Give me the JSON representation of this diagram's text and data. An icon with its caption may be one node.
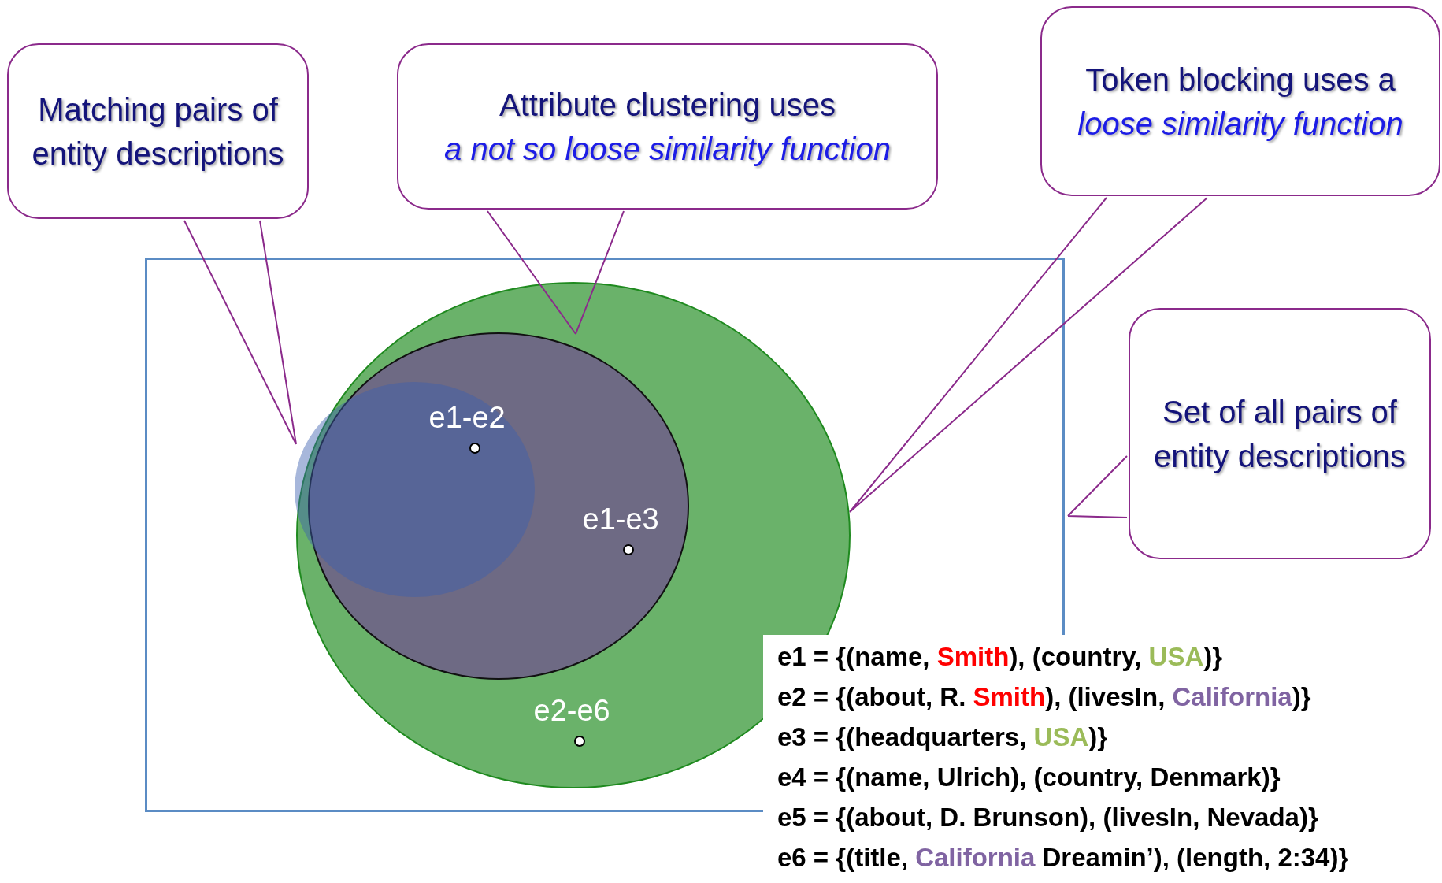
{
  "diagram": {
    "nodes": [
      {
        "text": [
          "Matching pairs of entity descriptions"
        ]
      },
      {
        "text": [
          "Attribute clustering uses",
          "a not so loose similarity function"
        ]
      },
      {
        "text": [
          "Token blocking uses a",
          "loose similarity function"
        ]
      },
      {
        "text": [
          "Set of all pairs of entity descriptions"
        ]
      },
      {
        "text": [],
        "shape": "box"
      },
      {
        "text": [],
        "shape": "ellipse",
        "in": 4
      },
      {
        "text": [],
        "shape": "ellipse",
        "in": 5
      },
      {
        "text": [],
        "shape": "ellipse",
        "in": 6
      },
      {
        "text": [
          "e1-e2"
        ],
        "in": 7
      },
      {
        "text": [
          "e1-e3"
        ],
        "in": 6
      },
      {
        "text": [
          "e2-e6"
        ],
        "in": 5
      }
    ],
    "edges": [
      {
        "from": 0,
        "to": 7,
        "arrow": "none"
      },
      {
        "from": 1,
        "to": 6,
        "arrow": "none"
      },
      {
        "from": 2,
        "to": 5,
        "arrow": "none"
      },
      {
        "from": 3,
        "to": 4,
        "arrow": "none"
      }
    ],
    "labels": [
      "e1 = {(name, Smith), (country, USA)}",
      "e2 = {(about, R. Smith), (livesIn, California)}",
      "e3 = {(headquarters, USA)}",
      "e4 = {(name, Ulrich), (country, Denmark)}",
      "e5 = {(about, D. Brunson), (livesIn, Nevada)}",
      "e6 = {(title, California Dreamin’), (length, 2:34)}"
    ]
  }
}
